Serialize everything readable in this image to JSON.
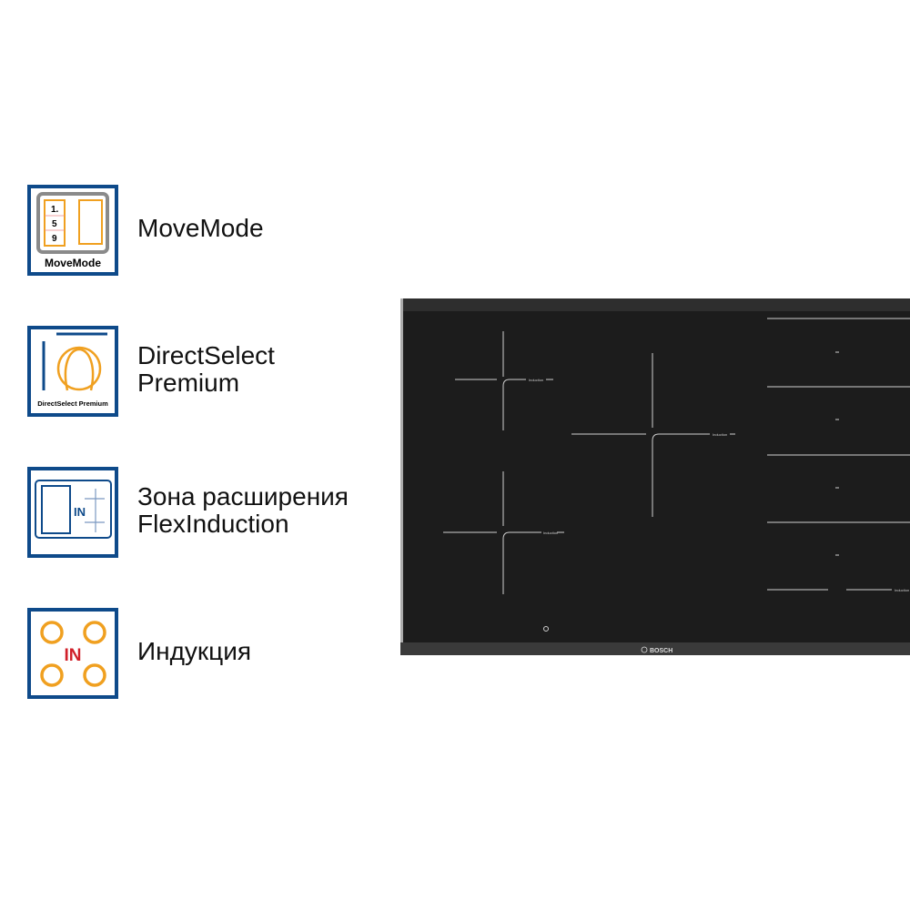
{
  "features": [
    {
      "label": "MoveMode",
      "icon": "movemode-icon",
      "icon_caption": "MoveMode",
      "icon_digits": [
        "1.",
        "5",
        "9"
      ]
    },
    {
      "label_lines": [
        "DirectSelect",
        "Premium"
      ],
      "icon": "directselect-premium-icon",
      "icon_caption": "DirectSelect Premium"
    },
    {
      "label_lines": [
        "Зона расширения",
        "FlexInduction"
      ],
      "icon": "flexinduction-icon",
      "icon_caption": "IN"
    },
    {
      "label": "Индукция",
      "icon": "induction-icon",
      "icon_caption": "IN"
    }
  ],
  "hob": {
    "brand": "BOSCH",
    "zone_label": "Induction",
    "colors": {
      "glass": "#1c1c1c",
      "frame": "#3a3a3a",
      "lines": "#d0d0d0"
    }
  },
  "colors": {
    "icon_border": "#0e4a8a",
    "icon_orange": "#f0a020",
    "icon_red": "#d0202a",
    "icon_gray": "#8a8a8a"
  }
}
